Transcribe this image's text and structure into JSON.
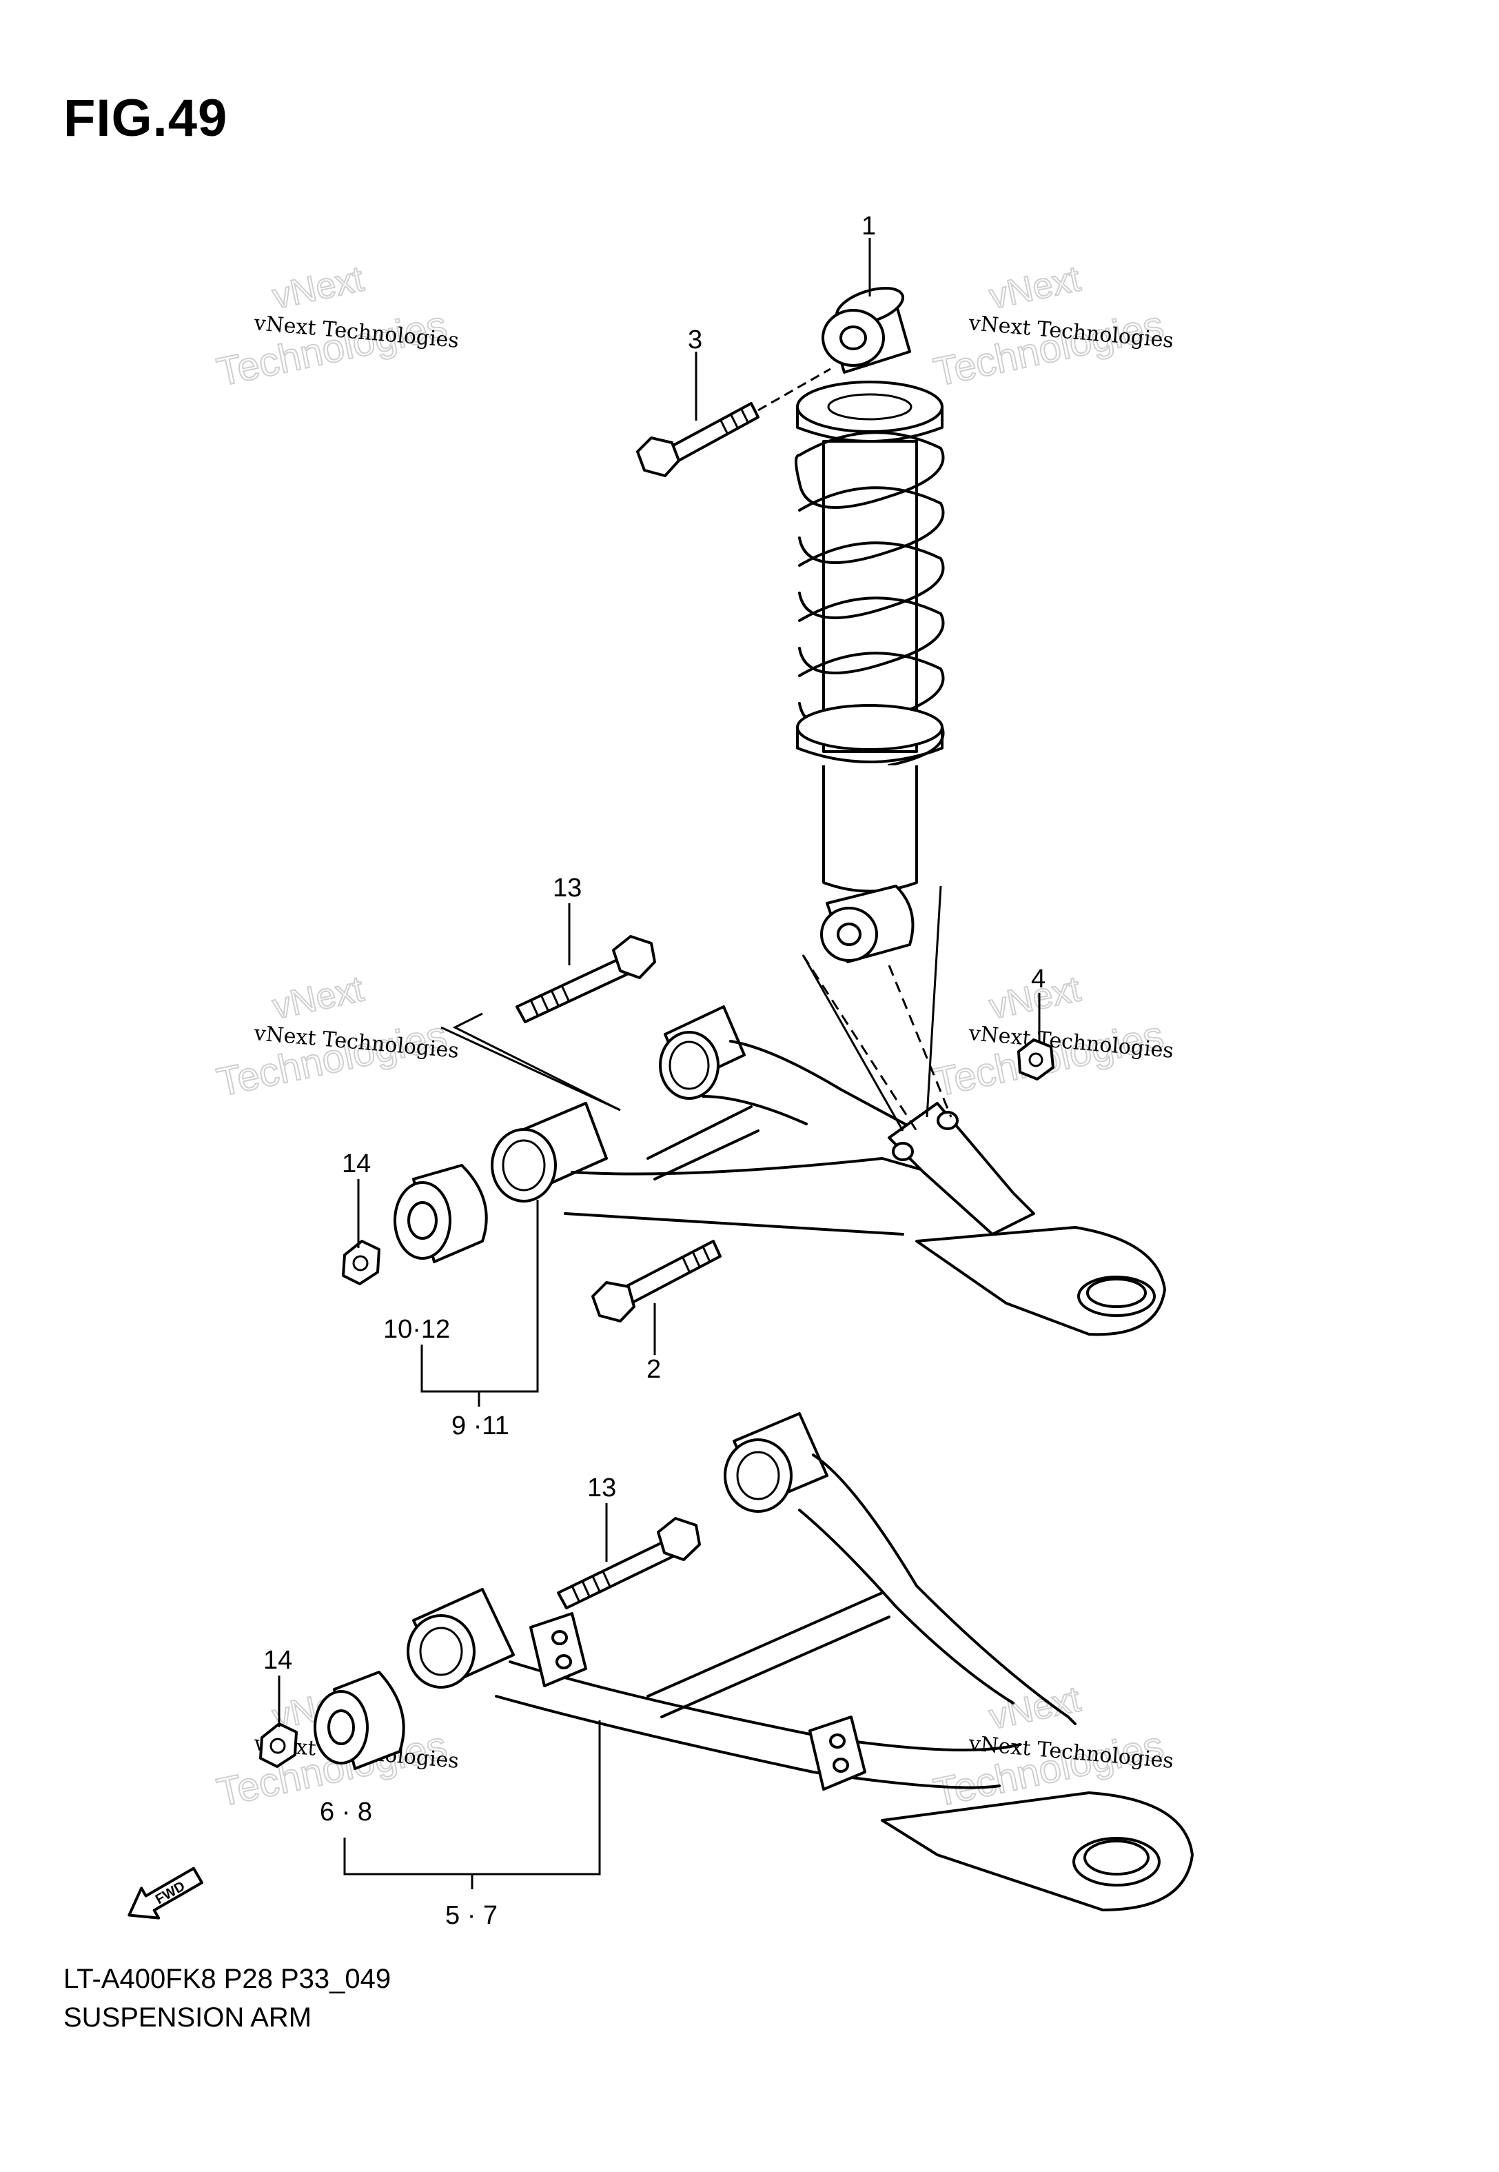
{
  "figure": {
    "title": "FIG.49"
  },
  "watermark": {
    "line1": "vNext Technologies",
    "line2": "vNext",
    "line3": "Technologies"
  },
  "callouts": {
    "c1": "1",
    "c2": "2",
    "c3": "3",
    "c4": "4",
    "c13_upper": "13",
    "c13_lower": "13",
    "c14_upper": "14",
    "c14_lower": "14",
    "c10_12": "10·12",
    "c9_11": "9 ·11",
    "c6_8": "6 · 8",
    "c5_7": "5 · 7"
  },
  "fwd_label": "FWD",
  "footer": {
    "code": "LT-A400FK8 P28 P33_049",
    "title": "SUSPENSION ARM"
  }
}
